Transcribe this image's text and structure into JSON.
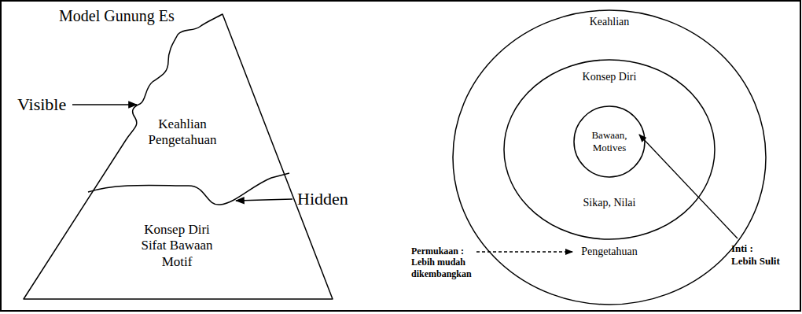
{
  "diagram": {
    "title": "Model Gunung Es",
    "nodes": [
      {
        "text": [
          "Keahlian Pengetahuan",
          "Konsep Diri Sifat Bawaan Motif"
        ]
      },
      {
        "text": [
          "Keahlian",
          "Pengetahuan"
        ]
      },
      {
        "text": [
          "Konsep Diri",
          "Sikap, Nilai"
        ],
        "in": 1
      },
      {
        "text": [
          "Bawaan, Motives"
        ],
        "in": 2
      }
    ],
    "labels": [
      "Visible",
      "Hidden",
      "Permukaan : Lebih mudah dikembangkan",
      "Inti : Lebih Sulit"
    ]
  }
}
